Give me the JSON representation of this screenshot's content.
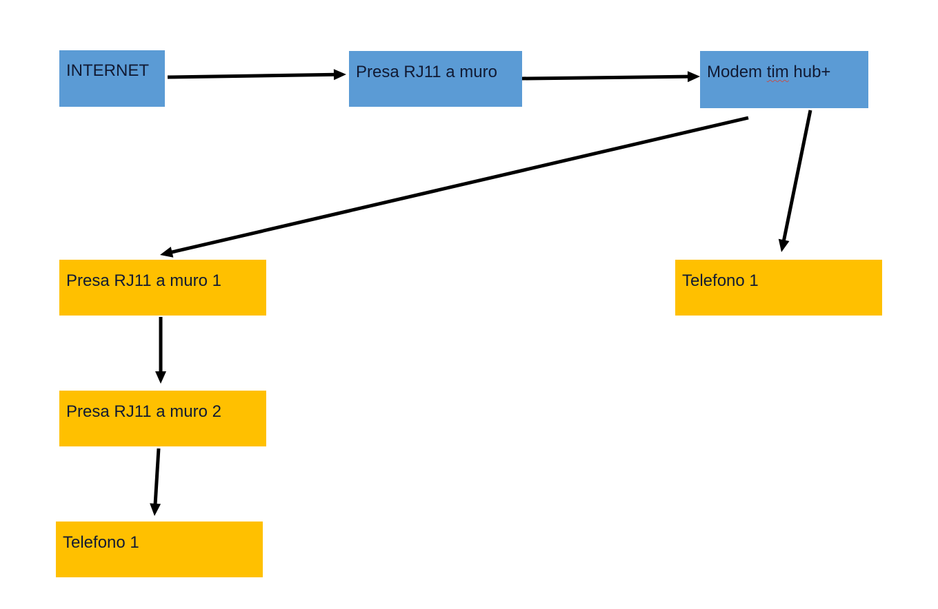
{
  "nodes": {
    "internet": {
      "label": "INTERNET"
    },
    "presa_rj11": {
      "label": "Presa RJ11 a muro"
    },
    "modem": {
      "label_prefix": "Modem ",
      "label_flagged": "tim",
      "label_suffix": " hub+"
    },
    "presa_rj11_1": {
      "label": "Presa RJ11 a muro 1"
    },
    "telefono_right": {
      "label": "Telefono 1"
    },
    "presa_rj11_2": {
      "label": "Presa RJ11 a muro 2"
    },
    "telefono_bottom": {
      "label": "Telefono 1"
    }
  },
  "colors": {
    "primary_node": "#5b9bd5",
    "secondary_node": "#ffc000",
    "arrow": "#000000",
    "spellcheck_underline": "#c0504d"
  },
  "edges": [
    {
      "from": "internet",
      "to": "presa_rj11"
    },
    {
      "from": "presa_rj11",
      "to": "modem"
    },
    {
      "from": "modem",
      "to": "presa_rj11_1"
    },
    {
      "from": "modem",
      "to": "telefono_right"
    },
    {
      "from": "presa_rj11_1",
      "to": "presa_rj11_2"
    },
    {
      "from": "presa_rj11_2",
      "to": "telefono_bottom"
    }
  ]
}
